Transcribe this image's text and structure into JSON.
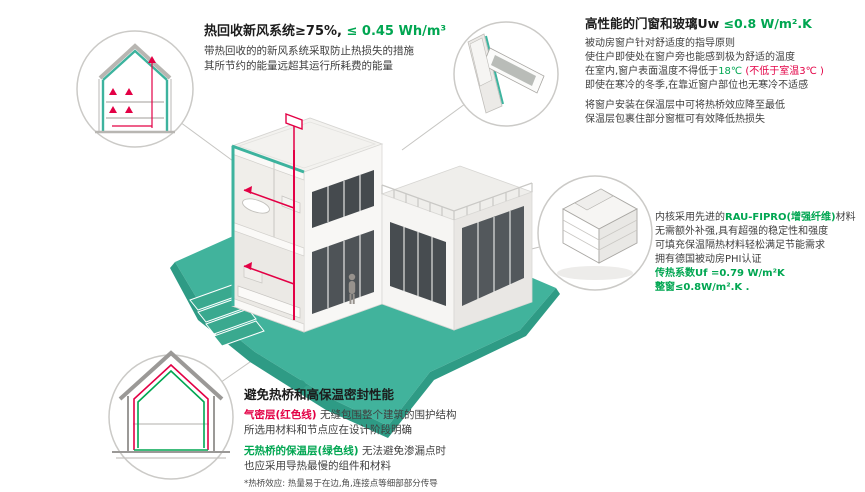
{
  "illustration": {
    "platform_teal": "#41B39C",
    "accent_green": "#00A651",
    "accent_red": "#E30045"
  },
  "hrv": {
    "title_black": "热回收新风系统≥75%,",
    "title_green": " ≤ 0.45 Wh/m³",
    "line1": "带热回收的的新风系统采取防止热损失的措施",
    "line2": "其所节约的能量远超其运行所耗费的能量"
  },
  "windows": {
    "title_black": "高性能的门窗和玻璃Uw ",
    "title_green": "≤0.8 W/m².K",
    "line1": "被动房窗户针对舒适度的指导原则",
    "line2": "使住户即使处在窗户旁也能感到极为舒适的温度",
    "line3_a": "在室内,窗户表面温度不得低于",
    "line3_b": "18℃",
    "line3_c": " (不低于室温3℃ )",
    "line4": "即使在寒冷的冬季,在靠近窗户部位也无寒冷不适感",
    "line5": "将窗户安装在保温层中可将热桥效应降至最低",
    "line6": "保温层包裹住部分窗框可有效降低热损失"
  },
  "profile": {
    "line1_a": "内核采用先进的",
    "line1_b": "RAU-FIPRO(增强纤维)",
    "line1_c": "材料",
    "line2": "无需额外补强,具有超强的稳定性和强度",
    "line3": "可填充保温隔热材料轻松满足节能需求",
    "line4": "拥有德国被动房PHI认证",
    "line5": "传热系数Uf =0.79 W/m²K",
    "line6": "整窗≤0.8W/m².K ."
  },
  "thermal": {
    "title": "避免热桥和高保温密封性能",
    "line1_red": "气密层(红色线)",
    "line1_rest": " 无缝包围整个建筑的围护结构",
    "line2": "所选用材料和节点应在设计阶段明确",
    "line3_green": "无热桥的保温层(绿色线)",
    "line3_rest": " 无法避免渗漏点时",
    "line4": "也应采用导热最慢的组件和材料",
    "footnote": "*热桥效应: 热量易于在边,角,连接点等细部部分传导"
  }
}
